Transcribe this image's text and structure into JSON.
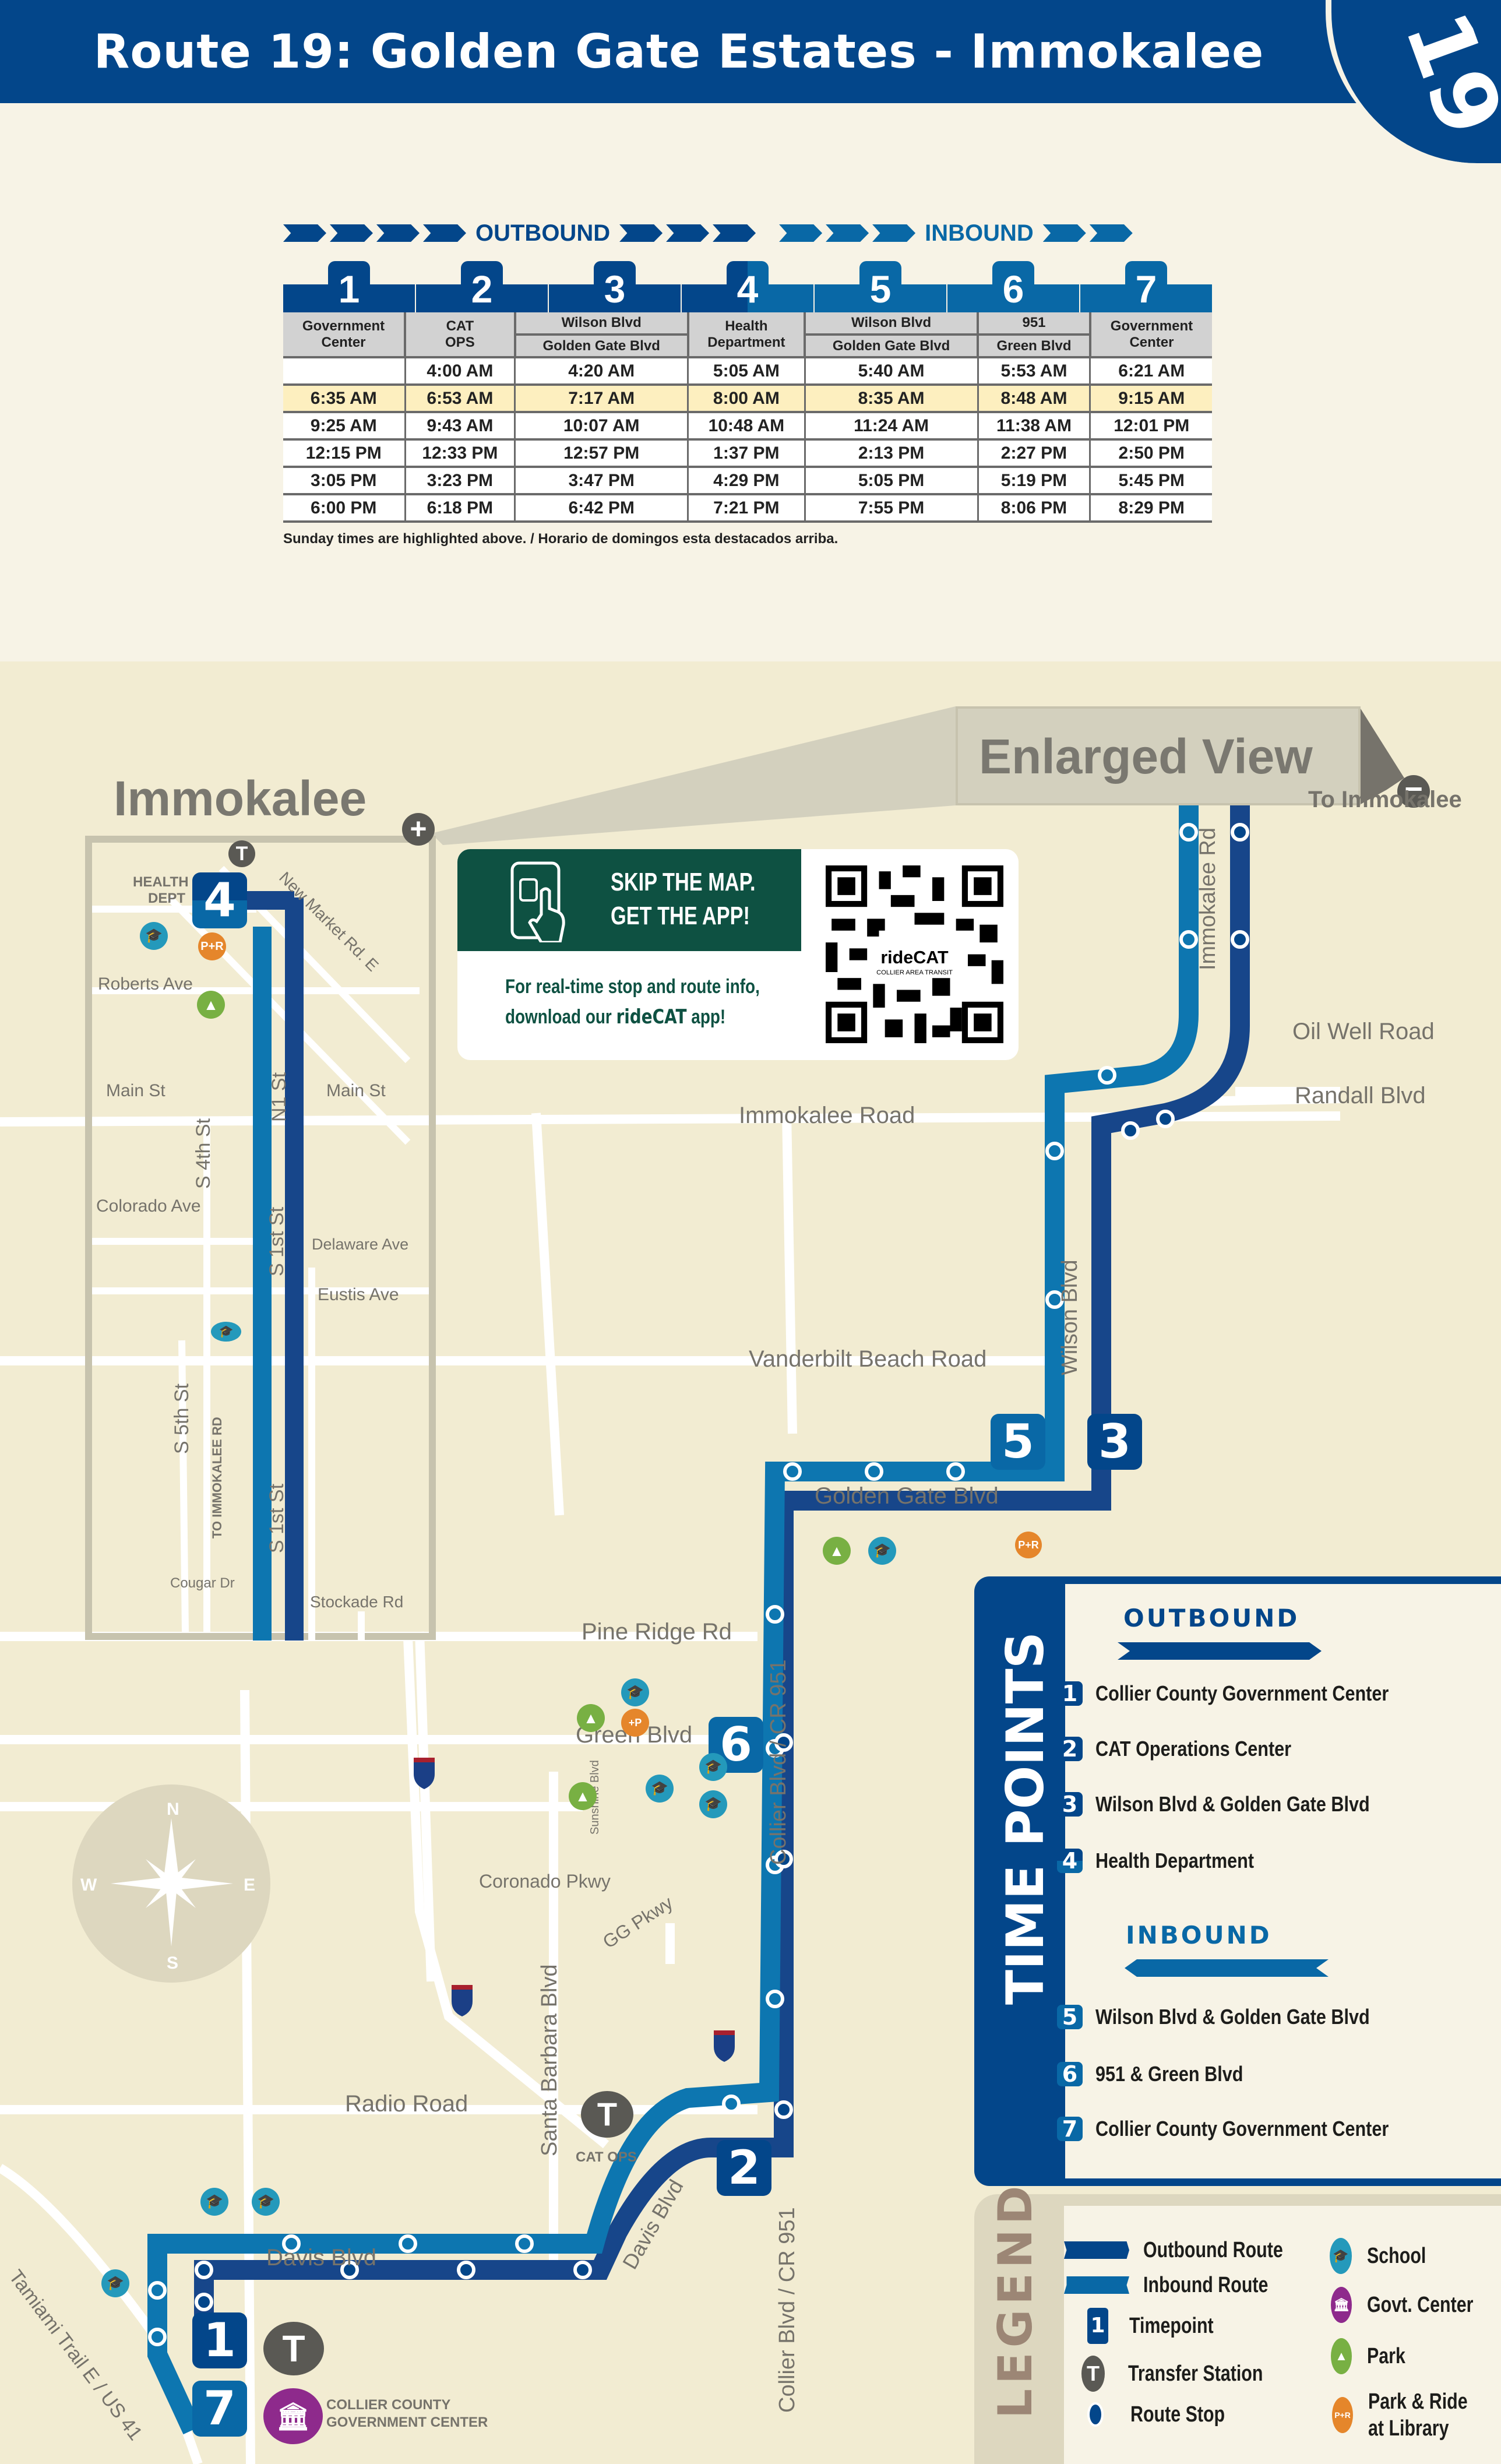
{
  "header": {
    "title": "Route 19: Golden Gate Estates - Immokalee",
    "route_number": "19",
    "colors": {
      "outbound": "#03468a",
      "inbound": "#0968a6",
      "background": "#f7f3e6"
    }
  },
  "schedule": {
    "outbound_label": "OUTBOUND",
    "inbound_label": "INBOUND",
    "timepoints": [
      {
        "num": "1",
        "dir": "out",
        "line1": "Government",
        "line2": "Center",
        "split": false
      },
      {
        "num": "2",
        "dir": "out",
        "line1": "CAT",
        "line2": "OPS",
        "split": false
      },
      {
        "num": "3",
        "dir": "out",
        "line1": "Wilson Blvd",
        "line2": "Golden Gate Blvd",
        "split": true
      },
      {
        "num": "4",
        "dir": "mix",
        "line1": "Health",
        "line2": "Department",
        "split": false
      },
      {
        "num": "5",
        "dir": "in",
        "line1": "Wilson Blvd",
        "line2": "Golden Gate Blvd",
        "split": true
      },
      {
        "num": "6",
        "dir": "in",
        "line1": "951",
        "line2": "Green Blvd",
        "split": true
      },
      {
        "num": "7",
        "dir": "in",
        "line1": "Government",
        "line2": "Center",
        "split": false
      }
    ],
    "rows": [
      {
        "sunday": false,
        "times": [
          "",
          "4:00 AM",
          "4:20 AM",
          "5:05 AM",
          "5:40 AM",
          "5:53 AM",
          "6:21 AM"
        ]
      },
      {
        "sunday": true,
        "times": [
          "6:35 AM",
          "6:53 AM",
          "7:17 AM",
          "8:00 AM",
          "8:35 AM",
          "8:48 AM",
          "9:15 AM"
        ]
      },
      {
        "sunday": false,
        "times": [
          "9:25 AM",
          "9:43 AM",
          "10:07 AM",
          "10:48 AM",
          "11:24 AM",
          "11:38 AM",
          "12:01 PM"
        ]
      },
      {
        "sunday": false,
        "times": [
          "12:15 PM",
          "12:33 PM",
          "12:57 PM",
          "1:37 PM",
          "2:13 PM",
          "2:27 PM",
          "2:50 PM"
        ]
      },
      {
        "sunday": false,
        "times": [
          "3:05 PM",
          "3:23 PM",
          "3:47 PM",
          "4:29 PM",
          "5:05 PM",
          "5:19 PM",
          "5:45 PM"
        ]
      },
      {
        "sunday": false,
        "times": [
          "6:00 PM",
          "6:18 PM",
          "6:42 PM",
          "7:21 PM",
          "7:55 PM",
          "8:06 PM",
          "8:29 PM"
        ]
      }
    ],
    "note": "Sunday times are highlighted above. / Horario de domingos esta destacados arriba.",
    "sunday_highlight_color": "#fdefbf"
  },
  "map": {
    "inset_title": "Immokalee",
    "enlarged_view": "Enlarged View",
    "to_immokalee": "To Immokalee",
    "zoom_in_icon": "plus-icon",
    "zoom_out_icon": "minus-icon",
    "inset_streets": {
      "health_dept": [
        "HEALTH",
        "DEPT"
      ],
      "new_market": "New Market Rd. E",
      "roberts": "Roberts Ave",
      "main_w": "Main St",
      "main_e": "Main St",
      "n1st": "N1  St",
      "s4th": "S 4th St",
      "colorado": "Colorado Ave",
      "s1st_a": "S 1st St",
      "delaware": "Delaware Ave",
      "eustis": "Eustis Ave",
      "s5th": "S 5th St",
      "to_immokalee_rd": "TO IMMOKALEE RD",
      "s1st_b": "S 1st St",
      "cougar": "Cougar Dr",
      "stockade": "Stockade Rd"
    },
    "streets": {
      "immokalee_rd_v": "Immokalee Rd",
      "oil_well": "Oil Well Road",
      "randall": "Randall Blvd",
      "immokalee_road": "Immokalee Road",
      "wilson": "Wilson Blvd",
      "vanderbilt": "Vanderbilt Beach Road",
      "golden_gate": "Golden Gate Blvd",
      "pine_ridge": "Pine Ridge Rd",
      "green": "Green Blvd",
      "collier_951_a": "Collier Blvd / CR 951",
      "sunshine": "Sunshine Blvd",
      "coronado": "Coronado Pkwy",
      "gg_pkwy": "GG Pkwy",
      "santa_barbara": "Santa Barbara Blvd",
      "radio": "Radio Road",
      "davis_diag": "Davis Blvd",
      "davis": "Davis Blvd",
      "collier_951_b": "Collier Blvd / CR 951",
      "tamiami": "Tamiami Trail E / US 41",
      "cat_ops": "CAT OPS",
      "gov_center": [
        "COLLIER COUNTY",
        "GOVERNMENT CENTER"
      ],
      "i75": "75"
    },
    "compass": {
      "n": "N",
      "s": "S",
      "e": "E",
      "w": "W"
    },
    "map_timepoints": {
      "tp1": "1",
      "tp2": "2",
      "tp3": "3",
      "tp4": "4",
      "tp5": "5",
      "tp6": "6",
      "tp7": "7"
    }
  },
  "app_promo": {
    "headline_1": "SKIP THE MAP.",
    "headline_2": "GET THE APP!",
    "sub_1": "For real-time stop and route info,",
    "sub_2_pre": "download our ",
    "sub_2_brand": "rideCAT",
    "sub_2_post": " app!",
    "qr_caption": "rideCAT",
    "qr_sub": "COLLIER AREA TRANSIT",
    "brand_color": "#0e5142"
  },
  "time_points_panel": {
    "title": "TIME POINTS",
    "outbound_label": "OUTBOUND",
    "inbound_label": "INBOUND",
    "outbound": [
      {
        "num": "1",
        "label": "Collier County Government Center"
      },
      {
        "num": "2",
        "label": "CAT Operations Center"
      },
      {
        "num": "3",
        "label": "Wilson Blvd & Golden Gate Blvd"
      },
      {
        "num": "4",
        "label": "Health Department"
      }
    ],
    "inbound": [
      {
        "num": "5",
        "label": "Wilson Blvd & Golden Gate Blvd"
      },
      {
        "num": "6",
        "label": "951 & Green Blvd"
      },
      {
        "num": "7",
        "label": "Collier County Government Center"
      }
    ]
  },
  "legend": {
    "title": "LEGEND",
    "items": [
      {
        "icon": "outbound-route-icon",
        "label": "Outbound Route"
      },
      {
        "icon": "inbound-route-icon",
        "label": "Inbound Route"
      },
      {
        "icon": "timepoint-icon",
        "label": "Timepoint",
        "glyph": "1"
      },
      {
        "icon": "transfer-station-icon",
        "label": "Transfer Station",
        "glyph": "T"
      },
      {
        "icon": "route-stop-icon",
        "label": "Route Stop"
      },
      {
        "icon": "school-icon",
        "label": "School"
      },
      {
        "icon": "govt-center-icon",
        "label": "Govt. Center"
      },
      {
        "icon": "park-icon",
        "label": "Park"
      },
      {
        "icon": "park-ride-icon",
        "label": "Park & Ride"
      },
      {
        "icon": "park-ride-icon",
        "label": "at Library"
      }
    ],
    "colors": {
      "school": "#2499bb",
      "govt": "#8e2a8c",
      "park": "#78b043",
      "park_ride": "#e5862b",
      "transfer": "#5a5954"
    }
  }
}
